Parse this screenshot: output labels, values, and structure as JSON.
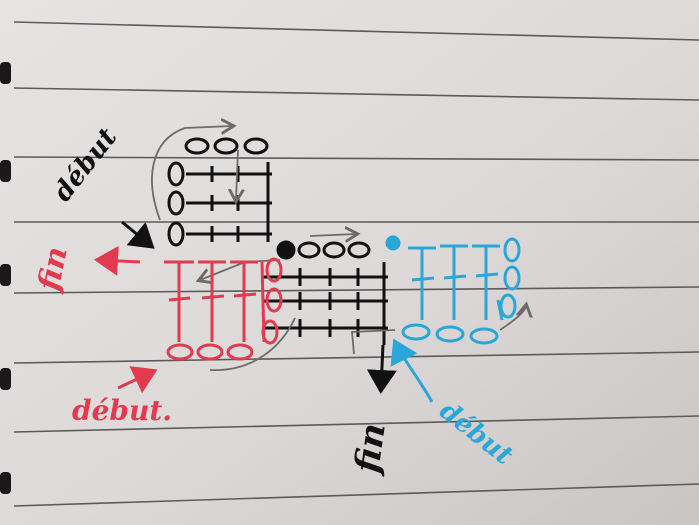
{
  "colors": {
    "paper": "#dedbd9",
    "rule_line": "#5b5a5c",
    "ink_black": "#111111",
    "ink_red": "#e23a4e",
    "ink_blue": "#2aa6d9",
    "ink_gray_arrow": "#6d6b6a",
    "binding_hole": "#1a1818"
  },
  "labels": {
    "black_start": "début",
    "black_end": "fin",
    "red_start": "début.",
    "red_end": "fin",
    "blue_start": "début"
  },
  "icons": [
    "turn-arrow-icon",
    "start-pointer-arrow-icon",
    "end-arrow-icon"
  ]
}
